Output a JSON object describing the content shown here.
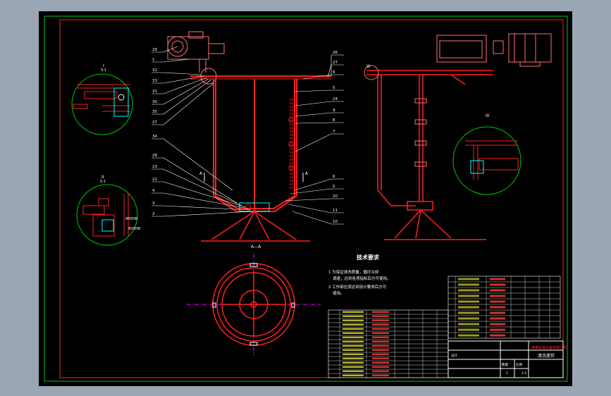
{
  "colors": {
    "viewport_bg": "#9aa6b4",
    "sheet_bg": "#000000",
    "frame": "#00c800",
    "part": "#ff2020",
    "leader": "#ffffff",
    "balloon_text": "#ffff40",
    "equipment": "#ff7070",
    "center_line": "#ff00ff",
    "hatch": "#00ffff"
  },
  "notes": {
    "title": "技术要求",
    "line1": "1 为保证清洗质量，循环冷却",
    "line1b": "调速，达到各项指标后方可使用。",
    "line2": "2 工作部位须达到设计要求后方可",
    "line2b": "使用。"
  },
  "views": {
    "section_label": "A—A",
    "section_mark": "A",
    "detail_i_label": "I",
    "detail_i_scale": "5:1",
    "detail_ii_label": "II",
    "detail_ii_scale": "5:1",
    "detail_iii_label": "III",
    "detail_ii_dim1": "Φ50H8",
    "detail_ii_dim2": "Φ20H8"
  },
  "balloons_left": [
    "29",
    "1",
    "32",
    "33",
    "31",
    "30",
    "35",
    "27",
    "34",
    "28",
    "23",
    "22",
    "4",
    "3",
    "2"
  ],
  "balloons_right": [
    "26",
    "27",
    "6",
    "5",
    "24",
    "9",
    "8",
    "7",
    "6",
    "5",
    "20",
    "11",
    "10"
  ],
  "title_block": {
    "drawing_title": "清洗搅拌",
    "sheet_no": "1",
    "scale": "1:5",
    "designer_row": "设计",
    "company": "某某机械设备有限公司",
    "label_a": "比例",
    "label_b": "数量"
  },
  "bom_rows": 16,
  "bom_right_rows": 11
}
